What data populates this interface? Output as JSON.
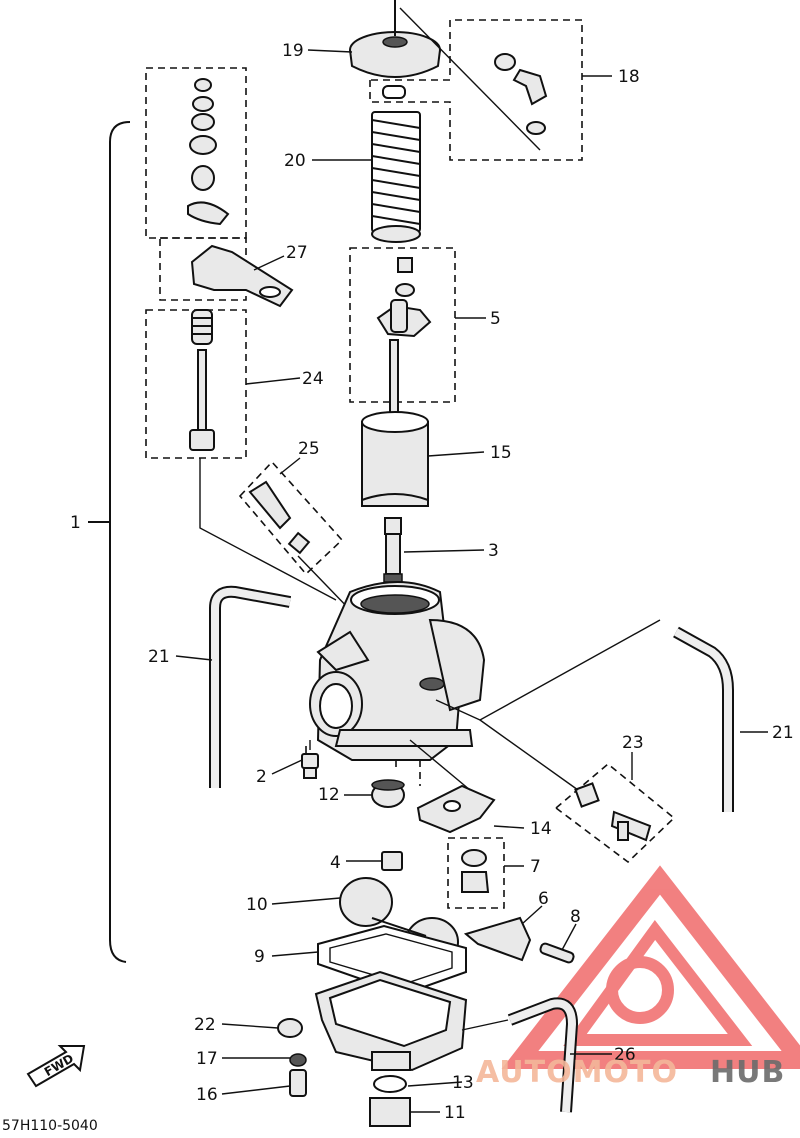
{
  "diagram": {
    "part_callouts": [
      "1",
      "2",
      "3",
      "4",
      "5",
      "6",
      "7",
      "8",
      "9",
      "10",
      "11",
      "12",
      "13",
      "14",
      "15",
      "16",
      "17",
      "18",
      "19",
      "20",
      "21",
      "21",
      "22",
      "23",
      "24",
      "25",
      "26",
      "27"
    ],
    "drawing_code": "57H110-5040",
    "fwd_label": "FWD",
    "watermark": {
      "brand_left": "AUTOMOTO",
      "brand_right": "HUB",
      "color_left": "#f4b79a",
      "color_right": "#6b6b6b",
      "logo_color": "#f06b6b"
    }
  }
}
